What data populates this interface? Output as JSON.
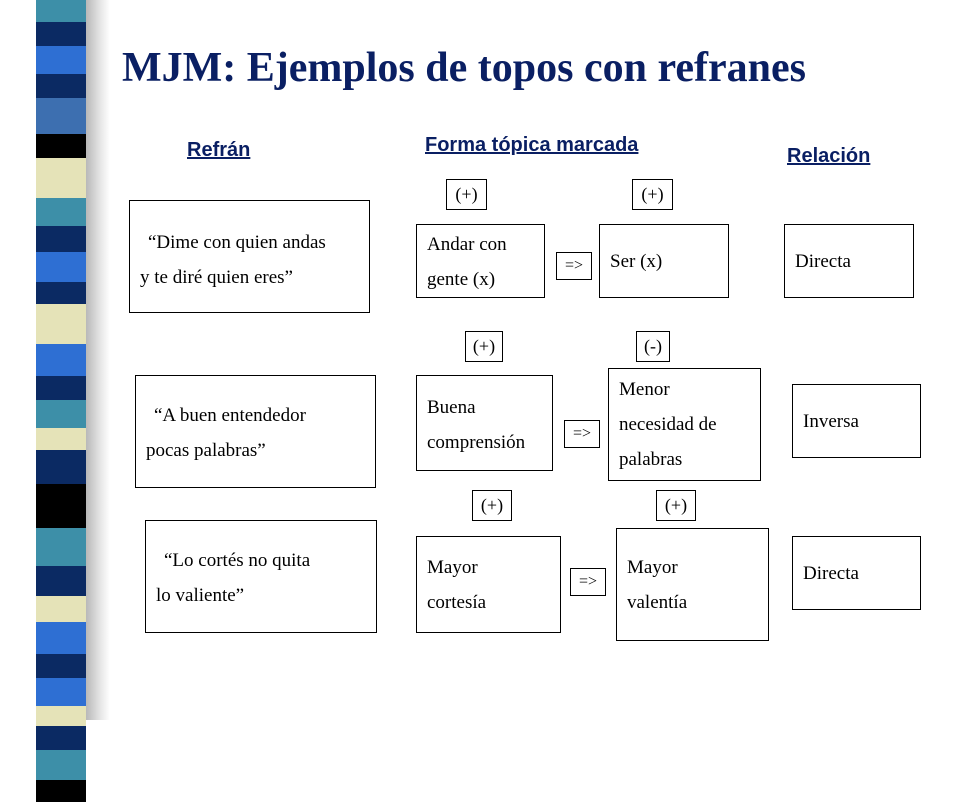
{
  "title": "MJM: Ejemplos de topos con refranes",
  "headers": {
    "refran": "Refrán",
    "forma": "Forma tópica marcada",
    "relacion": "Relación"
  },
  "rows": [
    {
      "refran": [
        "“Dime con quien andas",
        "y te diré quien eres”"
      ],
      "left_tag": "(+)",
      "left": [
        "Andar con",
        "gente (x)"
      ],
      "arrow": "=>",
      "right_tag": "(+)",
      "right": [
        "Ser (x)"
      ],
      "relacion": "Directa"
    },
    {
      "refran": [
        "“A buen entendedor",
        "pocas palabras”"
      ],
      "left_tag": "(+)",
      "left": [
        "Buena",
        "comprensión"
      ],
      "arrow": "=>",
      "right_tag": "(-)",
      "right": [
        "Menor",
        "necesidad de",
        "palabras"
      ],
      "relacion": "Inversa"
    },
    {
      "refran": [
        "“Lo cortés no quita",
        "lo valiente”"
      ],
      "left_tag": "(+)",
      "left": [
        "Mayor",
        "cortesía"
      ],
      "arrow": "=>",
      "right_tag": "(+)",
      "right": [
        "Mayor",
        "valentía"
      ],
      "relacion": "Directa"
    }
  ],
  "colors": {
    "title": "#0a1f63",
    "stripe_blue": "#2e6fd3",
    "stripe_navy": "#0b2a63",
    "stripe_cream": "#e5e3b8",
    "stripe_teal": "#3d8fa8",
    "stripe_black": "#000000"
  }
}
